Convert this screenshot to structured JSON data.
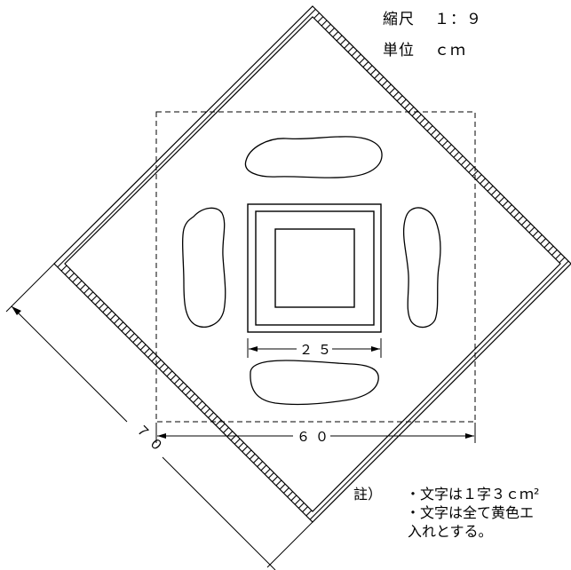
{
  "scale": {
    "scale_label": "縮尺",
    "scale_value": "１：９",
    "unit_label": "単位",
    "unit_value": "ｃｍ"
  },
  "dimensions": {
    "inner_square_width": "２５",
    "dashed_square_width": "６０",
    "diagonal_length": "７０"
  },
  "notes": {
    "marker": "註）",
    "lines": [
      "・文字は１字３ｃｍ²",
      "・文字は全て黄色エ",
      "入れとする。"
    ]
  },
  "colors": {
    "line": "#000000",
    "background": "#ffffff"
  }
}
